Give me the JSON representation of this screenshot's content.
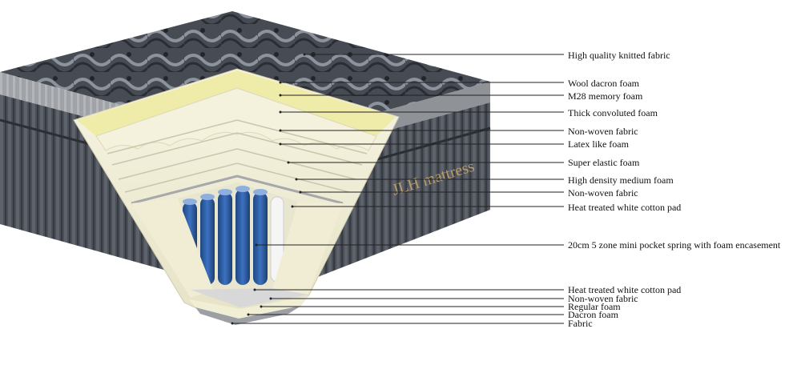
{
  "brand": "JLH mattress",
  "layers": [
    "High quality knitted fabric",
    "Wool dacron foam",
    "M28 memory foam",
    "Thick convoluted foam",
    "Non-woven fabric",
    "Latex like foam",
    "Super elastic foam",
    "High density medium foam",
    "Non-woven fabric",
    "Heat treated white cotton pad",
    "20cm 5 zone mini pocket spring with foam encasement",
    "Heat treated white cotton pad",
    "Non-woven fabric",
    "Regular foam",
    "Dacron foam",
    "Fabric"
  ],
  "colors": {
    "fabric_dark": "#3c4048",
    "fabric_mid": "#6a6f78",
    "band_light": "#a9abad",
    "foam_cream": "#f3f0da",
    "memory_yellow": "#eeeaa8",
    "spring_blue": "#2f5fa8",
    "line": "#222222"
  }
}
